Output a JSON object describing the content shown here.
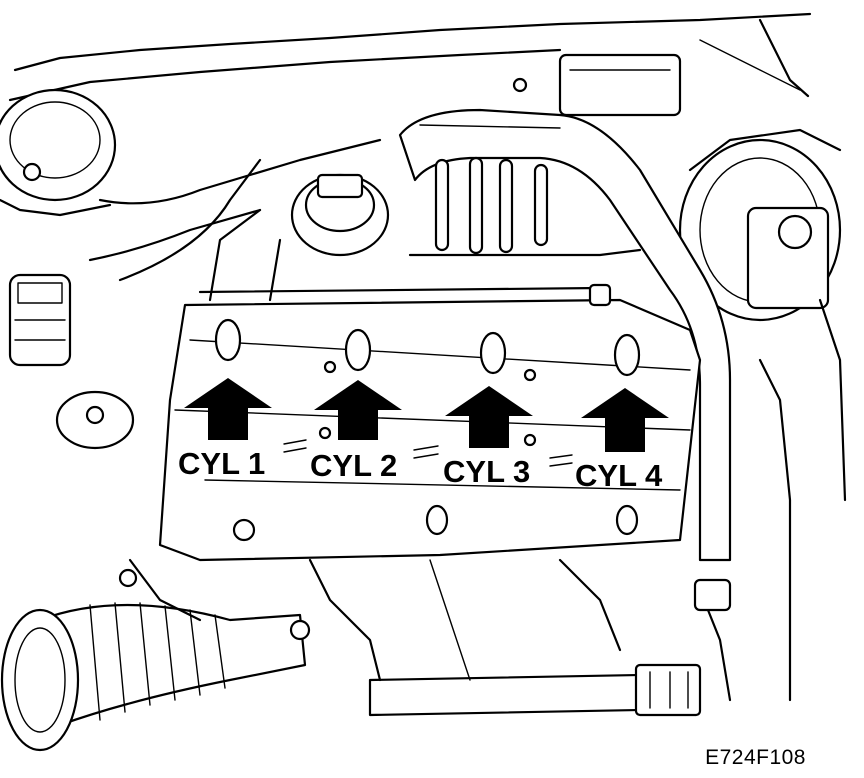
{
  "figure_id": "E724F108",
  "cylinders": [
    {
      "label": "CYL 1"
    },
    {
      "label": "CYL 2"
    },
    {
      "label": "CYL 3"
    },
    {
      "label": "CYL 4"
    }
  ],
  "colors": {
    "ink": "#000000",
    "paper": "#ffffff"
  }
}
